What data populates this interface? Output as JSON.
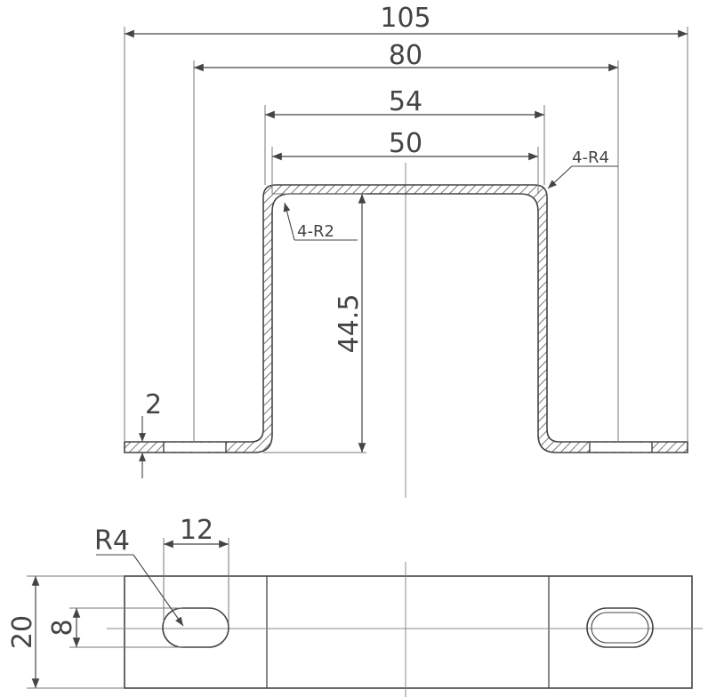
{
  "dimensions": {
    "overall_width": "105",
    "mounting_span": "80",
    "outer_channel_width": "54",
    "inner_channel_width": "50",
    "outer_bend_radius": "4-R4",
    "inner_bend_radius": "4-R2",
    "channel_height": "44.5",
    "thickness": "2",
    "slot_radius": "R4",
    "slot_length": "12",
    "part_width": "20",
    "slot_width": "8"
  },
  "colors": {
    "line": "#444444",
    "thin_line": "#777777",
    "hatch": "#555555",
    "background": "#ffffff"
  }
}
